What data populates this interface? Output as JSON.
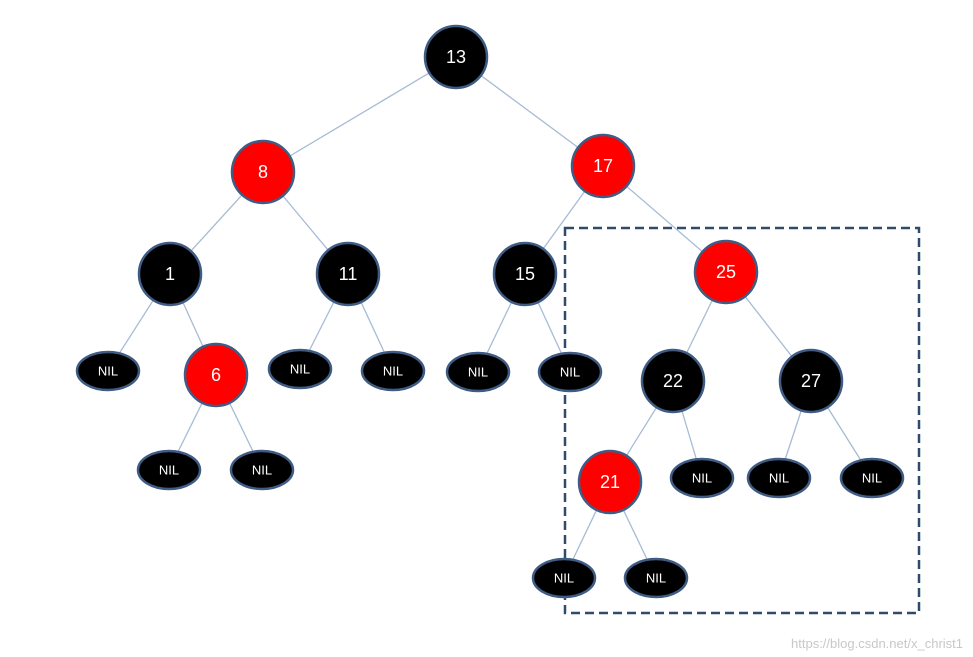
{
  "colors": {
    "black_node": "#000000",
    "red_node": "#ff0000",
    "node_border": "#3f5c85",
    "edge": "#a6bbd6",
    "highlight_box": "#2f4a6d",
    "label": "#ffffff"
  },
  "tree": {
    "nodes": [
      {
        "id": "n13",
        "label": "13",
        "color": "black",
        "kind": "node"
      },
      {
        "id": "n8",
        "label": "8",
        "color": "red",
        "kind": "node"
      },
      {
        "id": "n17",
        "label": "17",
        "color": "red",
        "kind": "node"
      },
      {
        "id": "n1",
        "label": "1",
        "color": "black",
        "kind": "node"
      },
      {
        "id": "n11",
        "label": "11",
        "color": "black",
        "kind": "node"
      },
      {
        "id": "n15",
        "label": "15",
        "color": "black",
        "kind": "node"
      },
      {
        "id": "n25",
        "label": "25",
        "color": "red",
        "kind": "node"
      },
      {
        "id": "nil1",
        "label": "NIL",
        "color": "black",
        "kind": "nil"
      },
      {
        "id": "n6",
        "label": "6",
        "color": "red",
        "kind": "node"
      },
      {
        "id": "nil11a",
        "label": "NIL",
        "color": "black",
        "kind": "nil"
      },
      {
        "id": "nil11b",
        "label": "NIL",
        "color": "black",
        "kind": "nil"
      },
      {
        "id": "nil15a",
        "label": "NIL",
        "color": "black",
        "kind": "nil"
      },
      {
        "id": "nil15b",
        "label": "NIL",
        "color": "black",
        "kind": "nil"
      },
      {
        "id": "n22",
        "label": "22",
        "color": "black",
        "kind": "node"
      },
      {
        "id": "n27",
        "label": "27",
        "color": "black",
        "kind": "node"
      },
      {
        "id": "nil6a",
        "label": "NIL",
        "color": "black",
        "kind": "nil"
      },
      {
        "id": "nil6b",
        "label": "NIL",
        "color": "black",
        "kind": "nil"
      },
      {
        "id": "n21",
        "label": "21",
        "color": "red",
        "kind": "node"
      },
      {
        "id": "nil22",
        "label": "NIL",
        "color": "black",
        "kind": "nil"
      },
      {
        "id": "nil27a",
        "label": "NIL",
        "color": "black",
        "kind": "nil"
      },
      {
        "id": "nil27b",
        "label": "NIL",
        "color": "black",
        "kind": "nil"
      },
      {
        "id": "nil21a",
        "label": "NIL",
        "color": "black",
        "kind": "nil"
      },
      {
        "id": "nil21b",
        "label": "NIL",
        "color": "black",
        "kind": "nil"
      }
    ],
    "edges": [
      [
        "n13",
        "n8"
      ],
      [
        "n13",
        "n17"
      ],
      [
        "n8",
        "n1"
      ],
      [
        "n8",
        "n11"
      ],
      [
        "n17",
        "n15"
      ],
      [
        "n17",
        "n25"
      ],
      [
        "n1",
        "nil1"
      ],
      [
        "n1",
        "n6"
      ],
      [
        "n11",
        "nil11a"
      ],
      [
        "n11",
        "nil11b"
      ],
      [
        "n15",
        "nil15a"
      ],
      [
        "n15",
        "nil15b"
      ],
      [
        "n25",
        "n22"
      ],
      [
        "n25",
        "n27"
      ],
      [
        "n6",
        "nil6a"
      ],
      [
        "n6",
        "nil6b"
      ],
      [
        "n22",
        "n21"
      ],
      [
        "n22",
        "nil22"
      ],
      [
        "n27",
        "nil27a"
      ],
      [
        "n27",
        "nil27b"
      ],
      [
        "n21",
        "nil21a"
      ],
      [
        "n21",
        "nil21b"
      ]
    ],
    "highlighted_subtree_root": "n25"
  },
  "watermark": "https://blog.csdn.net/x_christ1"
}
